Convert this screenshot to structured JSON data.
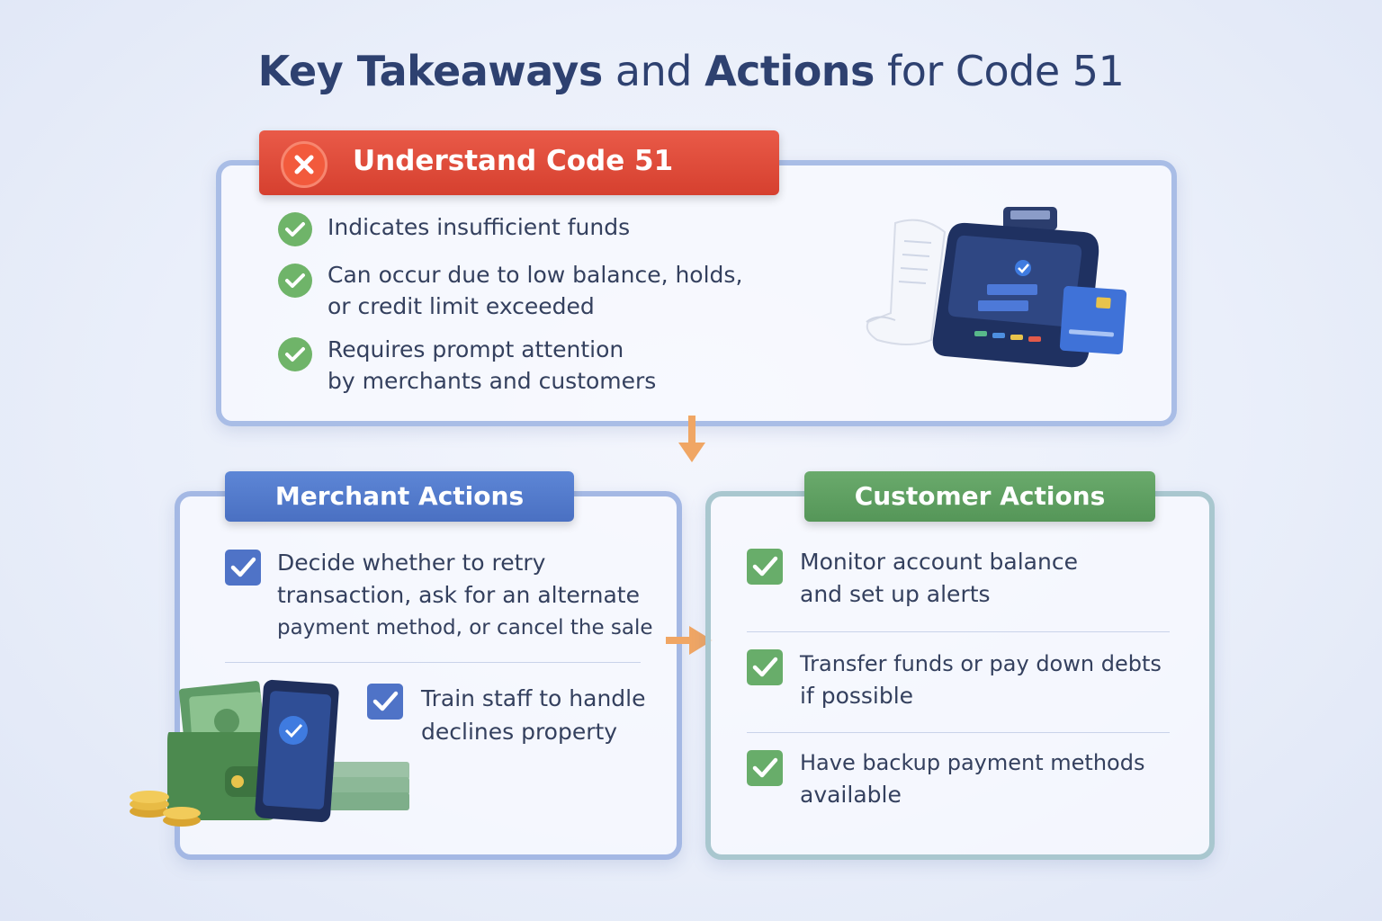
{
  "title": {
    "part1": "Key Takeaways",
    "part2": "and",
    "part3": "Actions",
    "part4": "for Code 51"
  },
  "understand": {
    "heading": "Understand Code 51",
    "icon": "x-circle-icon",
    "items": [
      {
        "lines": [
          "Indicates insufficient funds"
        ]
      },
      {
        "lines": [
          "Can occur due to low balance, holds,",
          "or credit limit exceeded"
        ]
      },
      {
        "lines": [
          "Requires prompt attention",
          "by merchants and customers"
        ]
      }
    ],
    "illustration": "card-payment-terminal-icon"
  },
  "merchant": {
    "heading": "Merchant Actions",
    "items": [
      {
        "lines": [
          "Decide whether to retry",
          "transaction, ask for an alternate",
          "payment method, or cancel the sale"
        ]
      },
      {
        "lines": [
          "Train staff to handle",
          "declines property"
        ]
      }
    ],
    "illustration": "wallet-phone-coins-icon"
  },
  "customer": {
    "heading": "Customer Actions",
    "items": [
      {
        "lines": [
          "Monitor account balance",
          "and set up alerts"
        ]
      },
      {
        "lines": [
          "Transfer funds or pay down debts",
          "if possible"
        ]
      },
      {
        "lines": [
          "Have backup payment methods",
          "available"
        ]
      }
    ]
  },
  "colors": {
    "red": "#d9432f",
    "blue": "#4f73c7",
    "green": "#5f9e60",
    "orange_arrow": "#f0a060"
  }
}
